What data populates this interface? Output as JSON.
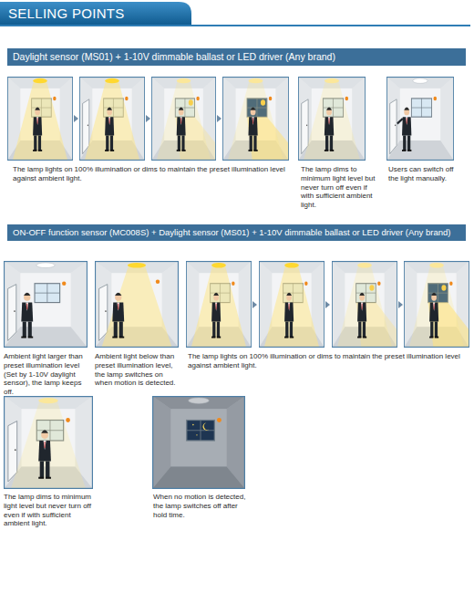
{
  "diagram": {
    "title": "SELLING POINTS",
    "nodes": [
      {
        "text": [
          "Daylight sensor (MS01) + 1-10V dimmable ballast or LED driver (Any brand)"
        ]
      },
      {
        "text": [
          "ON-OFF function sensor (MC008S) + Daylight sensor (MS01) + 1-10V dimmable ballast or LED driver (Any brand)"
        ]
      }
    ],
    "labels": [
      "The lamp lights on 100% illumination or dims to maintain the preset illumination level against ambient light.",
      "The lamp dims to minimum light level but never turn off even if with sufficient ambient light.",
      "Users can switch off the light manually.",
      "Ambient light larger than preset illumination level (Set by 1-10V daylight sensor), the lamp keeps off.",
      "Ambient light below than preset illumination level, the lamp switches on when motion is detected.",
      "The lamp lights on 100% illumination or dims to maintain the preset illumination level against ambient light.",
      "The lamp dims to minimum light level but never turn off even if with sufficient ambient light.",
      "When no motion is detected, the lamp switches off after hold time."
    ]
  }
}
